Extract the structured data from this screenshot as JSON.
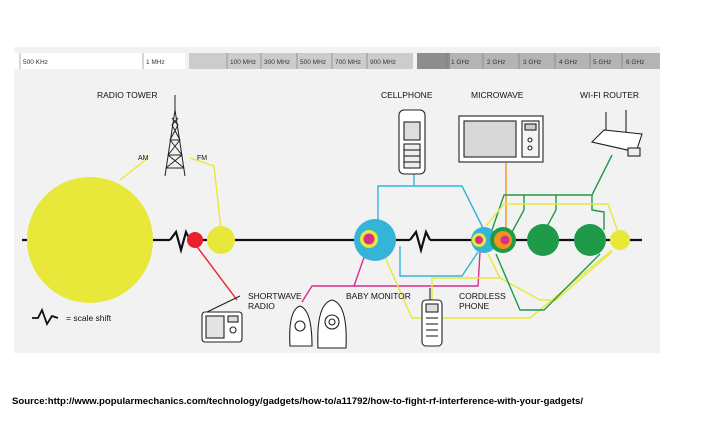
{
  "frequency_ticks": {
    "band1": [
      "500 KHz",
      "1 MHz"
    ],
    "band2": [
      "100 MHz",
      "300 MHz",
      "500 MHz",
      "700 MHz",
      "900 MHz"
    ],
    "band3": [
      "1 GHz",
      "2 GHz",
      "3 GHz",
      "4 GHz",
      "5 GHz",
      "6 GHz"
    ]
  },
  "devices": {
    "radio_tower": "RADIO TOWER",
    "am": "AM",
    "fm": "FM",
    "cellphone": "CELLPHONE",
    "microwave": "MICROWAVE",
    "wifi_router": "WI-FI ROUTER",
    "shortwave_line1": "SHORTWAVE",
    "shortwave_line2": "RADIO",
    "baby_monitor": "BABY MONITOR",
    "cordless_line1": "CORDLESS",
    "cordless_line2": "PHONE"
  },
  "legend": {
    "scale_shift": "= scale shift"
  },
  "colors": {
    "am_fm": "#e8e83a",
    "shortwave": "#e8202a",
    "cellphone": "#35b4d8",
    "baby_monitor": "#d6308c",
    "microwave": "#f0941e",
    "wifi": "#1f9a48",
    "cordless": "#e8e83a"
  },
  "source": "Source:http://www.popularmechanics.com/technology/gadgets/how-to/a11792/how-to-fight-rf-interference-with-your-gadgets/"
}
